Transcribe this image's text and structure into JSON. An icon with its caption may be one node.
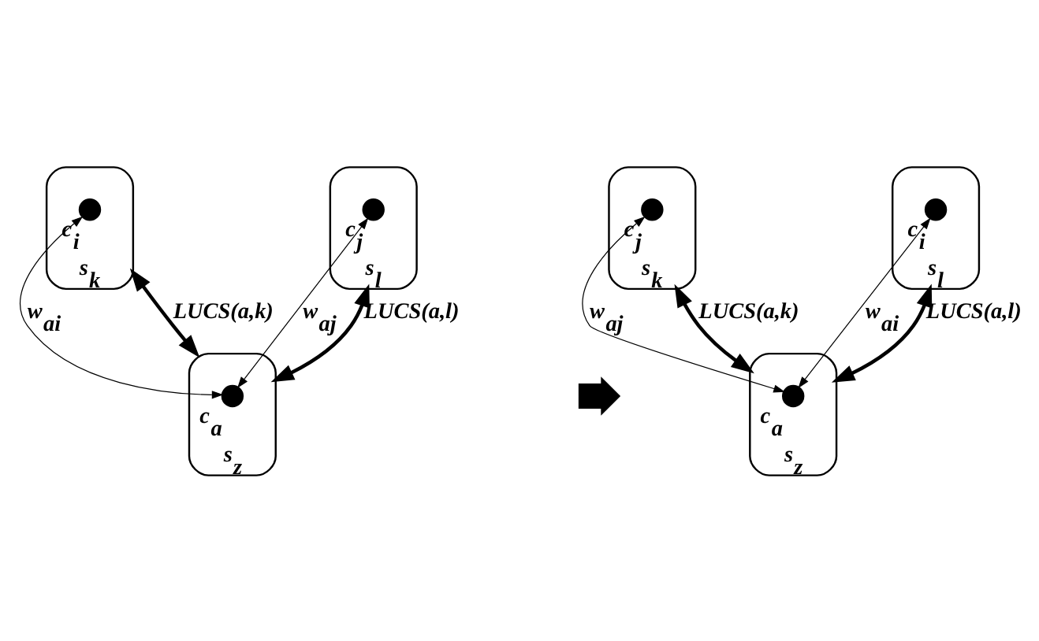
{
  "diagram": {
    "nodes": [
      {
        "text": [
          "s$_{k}$"
        ]
      },
      {
        "text": [],
        "shape": "circle",
        "beside": [
          "c$_{i}$"
        ],
        "in": 0
      },
      {
        "text": [
          "s$_{l}$"
        ]
      },
      {
        "text": [],
        "shape": "circle",
        "beside": [
          "c$_{j}$"
        ],
        "in": 2
      },
      {
        "text": [
          "s$_{z}$"
        ]
      },
      {
        "text": [],
        "shape": "circle",
        "beside": [
          "c$_{a}$"
        ],
        "in": 4
      },
      {
        "text": [],
        "shape": "arrow"
      },
      {
        "text": [
          "s$_{k}$"
        ]
      },
      {
        "text": [],
        "shape": "circle",
        "beside": [
          "c$_{j}$"
        ],
        "in": 7
      },
      {
        "text": [
          "s$_{l}$"
        ]
      },
      {
        "text": [],
        "shape": "circle",
        "beside": [
          "c$_{i}$"
        ],
        "in": 9
      },
      {
        "text": [
          "s$_{z}$"
        ]
      },
      {
        "text": [],
        "shape": "circle",
        "beside": [
          "c$_{a}$"
        ],
        "in": 11
      }
    ],
    "edges": [
      {
        "from": 5,
        "to": 1,
        "arrow": "both",
        "label": "w$_{ai}$"
      },
      {
        "from": 5,
        "to": 3,
        "arrow": "both",
        "label": "w$_{aj}$"
      },
      {
        "from": 4,
        "to": 0,
        "arrow": "both",
        "style": "thick",
        "label": "LUCS(a,k)"
      },
      {
        "from": 4,
        "to": 2,
        "arrow": "both",
        "style": "thick",
        "label": "LUCS(a,l)"
      },
      {
        "from": 12,
        "to": 8,
        "arrow": "both",
        "label": "w$_{aj}$"
      },
      {
        "from": 12,
        "to": 10,
        "arrow": "both",
        "label": "w$_{ai}$"
      },
      {
        "from": 11,
        "to": 7,
        "arrow": "both",
        "style": "thick",
        "label": "LUCS(a,k)"
      },
      {
        "from": 11,
        "to": 9,
        "arrow": "both",
        "style": "thick",
        "label": "LUCS(a,l)"
      }
    ]
  }
}
